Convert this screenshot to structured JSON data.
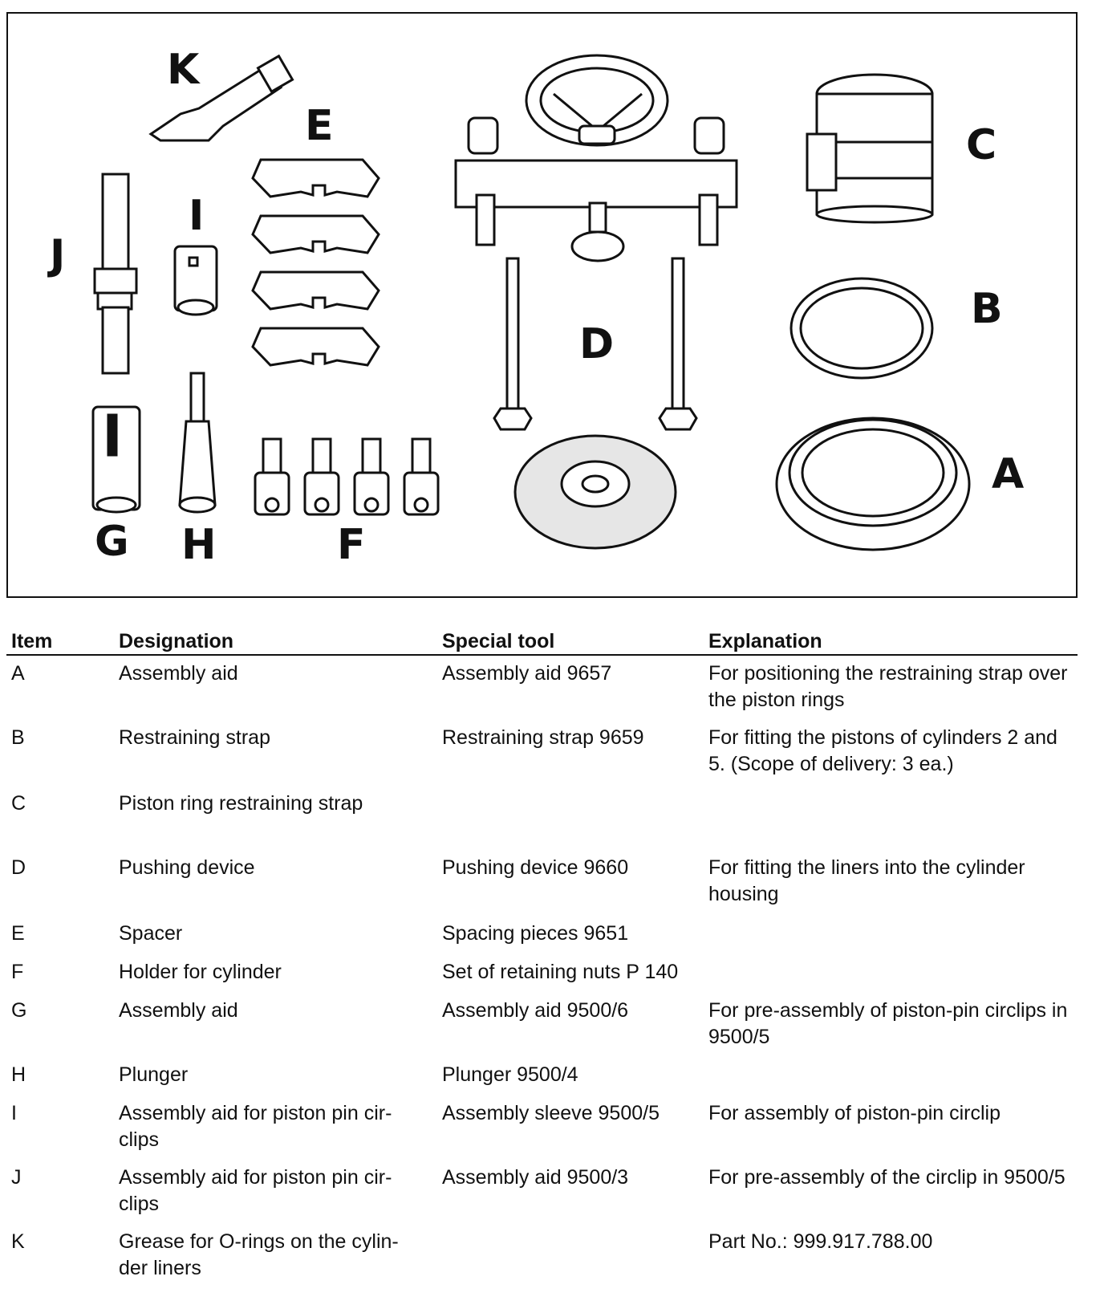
{
  "figure": {
    "labels": {
      "A": "A",
      "B": "B",
      "C": "C",
      "D": "D",
      "E": "E",
      "F": "F",
      "G": "G",
      "H": "H",
      "I": "I",
      "J": "J",
      "K": "K"
    }
  },
  "table": {
    "headers": {
      "item": "Item",
      "designation": "Designation",
      "special_tool": "Special tool",
      "explanation": "Explanation"
    },
    "rows": [
      {
        "item": "A",
        "designation": "Assembly aid",
        "special_tool": "Assembly aid 9657",
        "explanation": "For positioning the restraining strap over the piston rings"
      },
      {
        "item": "B",
        "designation": "Restraining strap",
        "special_tool": "Restraining strap 9659",
        "explanation": "For fitting the pistons of cylinders 2 and 5. (Scope of delivery: 3 ea.)"
      },
      {
        "item": "C",
        "designation": "Piston ring restraining strap",
        "special_tool": "",
        "explanation": ""
      },
      {
        "item": "D",
        "designation": "Pushing device",
        "special_tool": "Pushing device 9660",
        "explanation": "For fitting the liners into the cylinder housing"
      },
      {
        "item": "E",
        "designation": "Spacer",
        "special_tool": "Spacing pieces 9651",
        "explanation": ""
      },
      {
        "item": "F",
        "designation": "Holder for cylinder",
        "special_tool": "Set of retaining nuts P 140",
        "explanation": ""
      },
      {
        "item": "G",
        "designation": "Assembly aid",
        "special_tool": "Assembly aid 9500/6",
        "explanation": "For pre-assembly of piston-pin circlips in 9500/5"
      },
      {
        "item": "H",
        "designation": "Plunger",
        "special_tool": "Plunger 9500/4",
        "explanation": ""
      },
      {
        "item": "I",
        "designation": "Assembly aid for piston pin cir-clips",
        "special_tool": "Assembly sleeve 9500/5",
        "explanation": "For assembly of piston-pin circlip"
      },
      {
        "item": "J",
        "designation": "Assembly aid for piston pin cir-clips",
        "special_tool": "Assembly aid 9500/3",
        "explanation": "For pre-assembly of the circlip in 9500/5"
      },
      {
        "item": "K",
        "designation": "Grease for O-rings on the cylin-der liners",
        "special_tool": "",
        "explanation": "Part No.: 999.917.788.00"
      }
    ]
  }
}
